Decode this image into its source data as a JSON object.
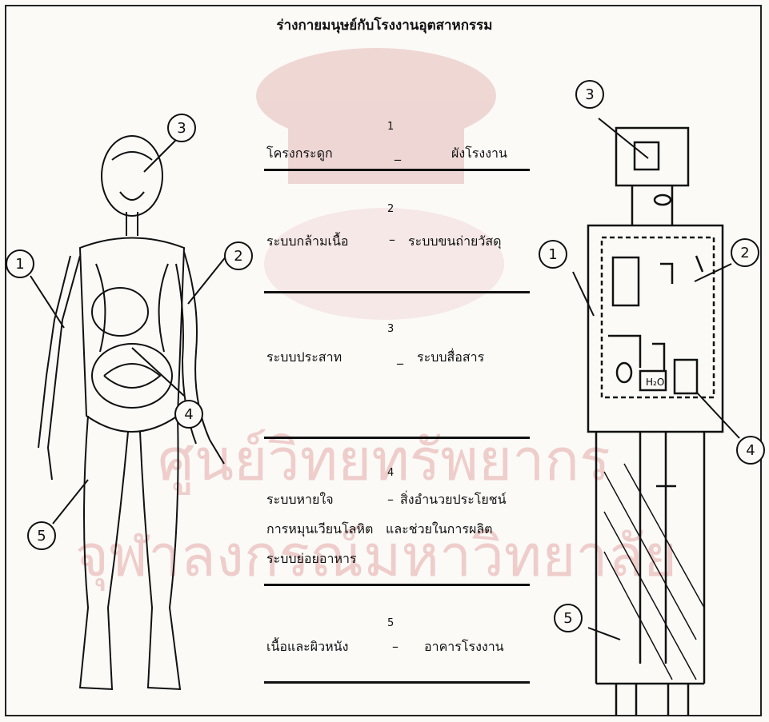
{
  "title": "ร่างกายมนุษย์กับโรงงานอุตสาหกรรม",
  "watermark": {
    "line1": "ศูนย์วิทยทรัพยากร",
    "line2": "จุฬาลงกรณ์มหาวิทยาลัย",
    "color": "#d77a7a"
  },
  "rows": [
    {
      "number": "1",
      "left": "โครงกระดูก",
      "dash": "_",
      "right": "ผังโรงงาน"
    },
    {
      "number": "2",
      "left": "ระบบกล้ามเนื้อ",
      "dash": "–",
      "right": "ระบบขนถ่ายวัสดุ"
    },
    {
      "number": "3",
      "left": "ระบบประสาท",
      "dash": "_",
      "right": "ระบบสื่อสาร"
    },
    {
      "number": "4",
      "left_lines": [
        "ระบบหายใจ",
        "การหมุนเวียนโลหิต",
        "ระบบย่อยอาหาร"
      ],
      "dash": "–",
      "right_lines": [
        "สิ่งอำนวยประโยชน์",
        "และช่วยในการผลิต"
      ]
    },
    {
      "number": "5",
      "left": "เนื้อและผิวหนัง",
      "dash": "–",
      "right": "อาคารโรงงาน"
    }
  ],
  "callouts": {
    "c1": "1",
    "c2": "2",
    "c3": "3",
    "c4": "4",
    "c5": "5"
  },
  "factory_label": "H₂O",
  "colors": {
    "ink": "#111111",
    "paper": "#fbfaf7"
  }
}
